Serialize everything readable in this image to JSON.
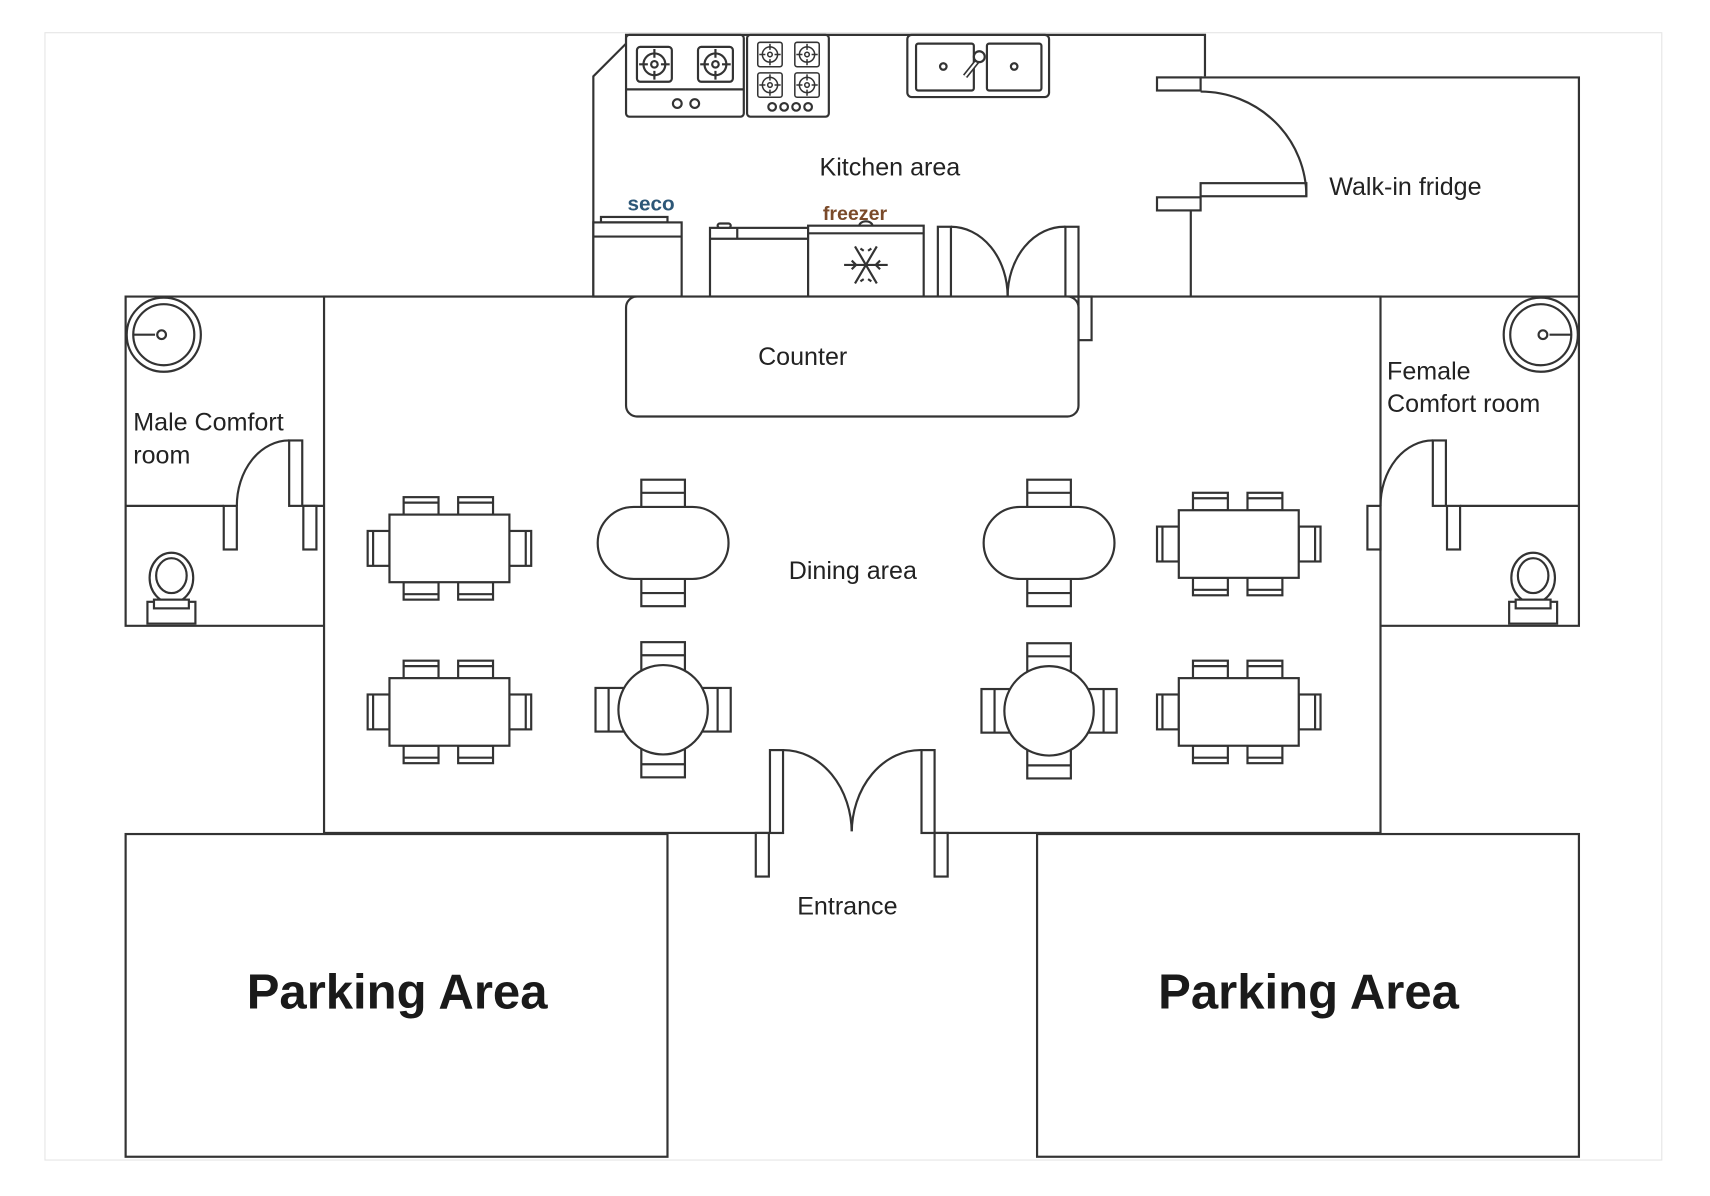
{
  "labels": {
    "kitchen": "Kitchen area",
    "fridge": "Walk-in fridge",
    "counter": "Counter",
    "male_1": "Male Comfort",
    "male_2": "room",
    "female_1": "Female",
    "female_2": "Comfort room",
    "dining": "Dining area",
    "entrance": "Entrance",
    "parking_left": "Parking Area",
    "parking_right": "Parking Area",
    "seco_brand": "seco",
    "freezer_brand": "freezer"
  },
  "colors": {
    "seco": "#2d5777",
    "freezer": "#7a4a2a",
    "wall": "#333333"
  }
}
